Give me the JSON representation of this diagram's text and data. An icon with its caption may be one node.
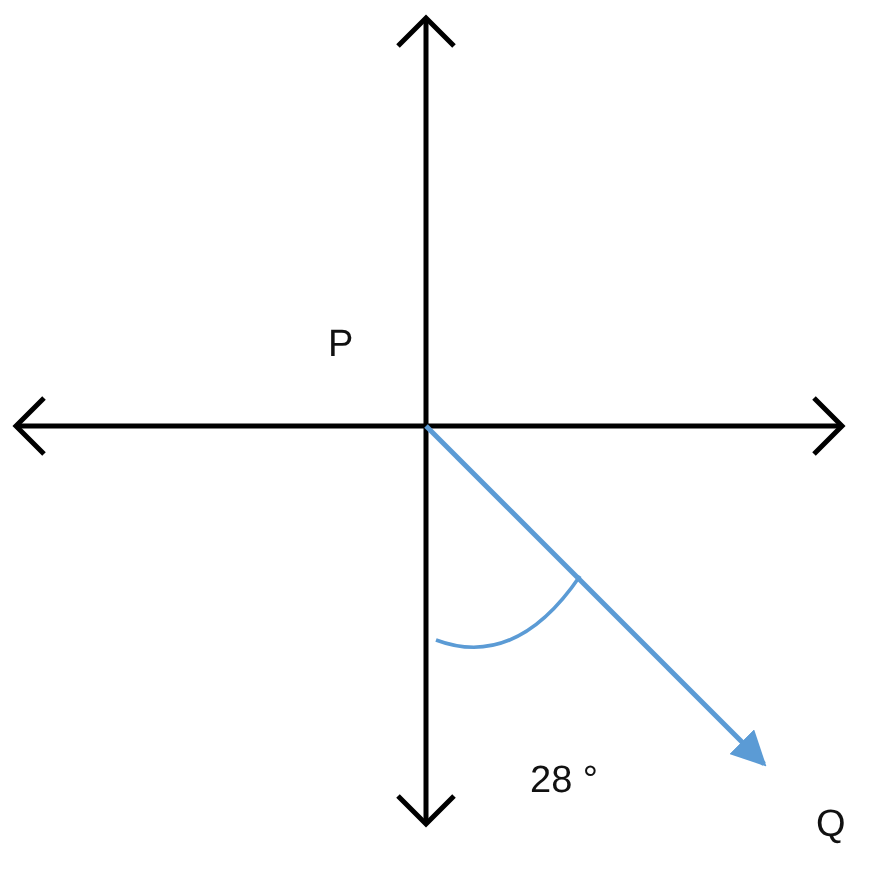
{
  "diagram": {
    "nodes": [
      {
        "text": [
          "P"
        ]
      },
      {
        "text": [
          "Q"
        ]
      }
    ],
    "edges": [
      {
        "from": 0,
        "to": 1,
        "arrow": "to",
        "color": "#5b9bd5"
      }
    ],
    "labels": [
      "28 °"
    ]
  }
}
